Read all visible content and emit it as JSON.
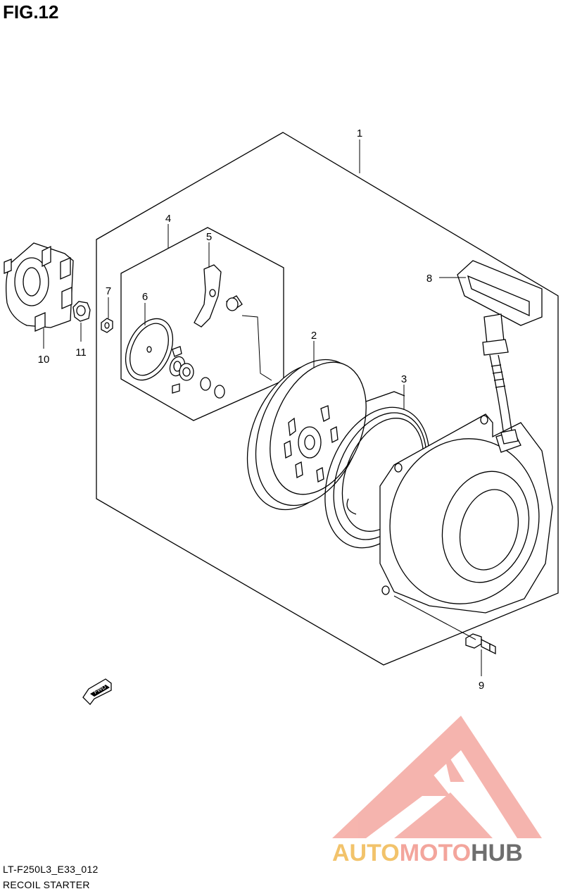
{
  "figure_title": "FIG.12",
  "diagram_code": "LT-F250L3_E33_012",
  "diagram_name": "RECOIL STARTER",
  "fwd_label": "FWD",
  "callouts": [
    "1",
    "2",
    "3",
    "4",
    "5",
    "6",
    "7",
    "8",
    "9",
    "10",
    "11"
  ],
  "watermark": {
    "text_parts": [
      "AUTO",
      "MOTO",
      "HUB"
    ],
    "colors": {
      "auto": "#f2c36b",
      "moto": "#f3a59c",
      "hub": "#6e6e6e",
      "logo": "#f4a8a0"
    }
  },
  "line_color": "#000000"
}
